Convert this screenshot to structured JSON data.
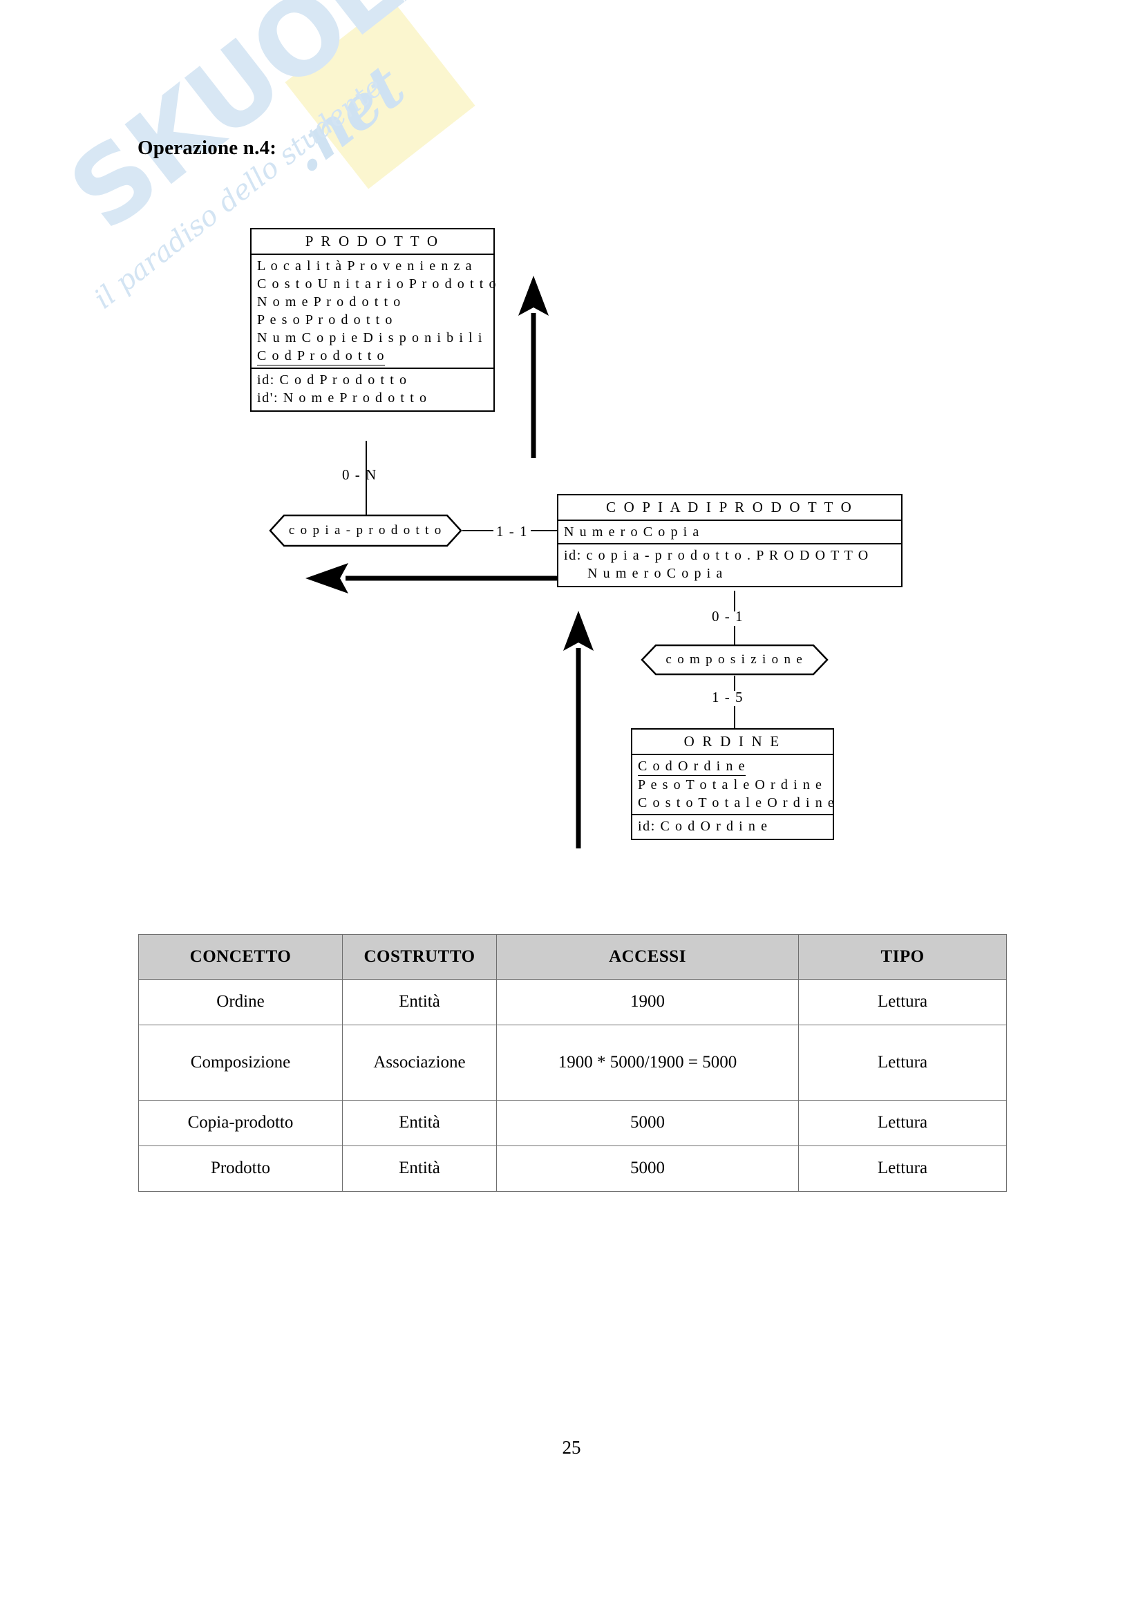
{
  "document": {
    "heading": "Operazione n.4:",
    "page_number": "25"
  },
  "watermark": {
    "brand": "SKUOLA",
    "domain": ".net",
    "tagline": "il paradiso dello studente"
  },
  "diagram": {
    "type": "entity-relationship",
    "entities": [
      {
        "id": "prodotto",
        "title": "P R O D O T T O",
        "attributes": [
          "L o c a l i t à P r o v e n i e n z a",
          "C o s t o U n i t a r i o P r o d o t t o",
          "N o m e P r o d o t t o",
          "P e s o P r o d o t t o",
          "N u m C o p i e D i s p o n i b i l i"
        ],
        "key_attribute": "C o d P r o d o t t o",
        "identifiers": [
          "id:  C o d P r o d o t t o",
          "id':  N o m e P r o d o t t o"
        ]
      },
      {
        "id": "copia-di-prodotto",
        "title": "C O P I A   D I   P R O D O T T O",
        "attributes": [
          "N u m e r o C o p i a"
        ],
        "identifiers": [
          "id:  c o p i a - p r o d o t t o . P R O D O T T O",
          "N u m e r o C o p i a"
        ]
      },
      {
        "id": "ordine",
        "title": "O R D I N E",
        "key_attribute": "C o d O r d i n e",
        "attributes": [
          "P e s o T o t a l e O r d i n e",
          "C o s t o T o t a l e O r d i n e"
        ],
        "identifiers": [
          "id:  C o d O r d i n e"
        ]
      }
    ],
    "relationships": [
      {
        "id": "copia-prodotto",
        "label": "c o p i a - p r o d o t t o",
        "cardinality_top": "0 - N",
        "cardinality_right": "1 - 1"
      },
      {
        "id": "composizione",
        "label": "c o m p o s i z i o n e",
        "cardinality_top": "0 - 1",
        "cardinality_bottom": "1 - 5"
      }
    ],
    "navigation_arrows": [
      {
        "id": "arrow-prodotto-up",
        "direction": "up"
      },
      {
        "id": "arrow-copia-left",
        "direction": "left"
      },
      {
        "id": "arrow-ordine-up",
        "direction": "up"
      }
    ]
  },
  "access_table": {
    "headers": [
      "CONCETTO",
      "COSTRUTTO",
      "ACCESSI",
      "TIPO"
    ],
    "rows": [
      {
        "concetto": "Ordine",
        "costrutto": "Entità",
        "accessi": "1900",
        "tipo": "Lettura",
        "tall": false
      },
      {
        "concetto": "Composizione",
        "costrutto": "Associazione",
        "accessi": "1900 * 5000/1900 = 5000",
        "tipo": "Lettura",
        "tall": true
      },
      {
        "concetto": "Copia-prodotto",
        "costrutto": "Entità",
        "accessi": "5000",
        "tipo": "Lettura",
        "tall": false
      },
      {
        "concetto": "Prodotto",
        "costrutto": "Entità",
        "accessi": "5000",
        "tipo": "Lettura",
        "tall": false
      }
    ]
  }
}
